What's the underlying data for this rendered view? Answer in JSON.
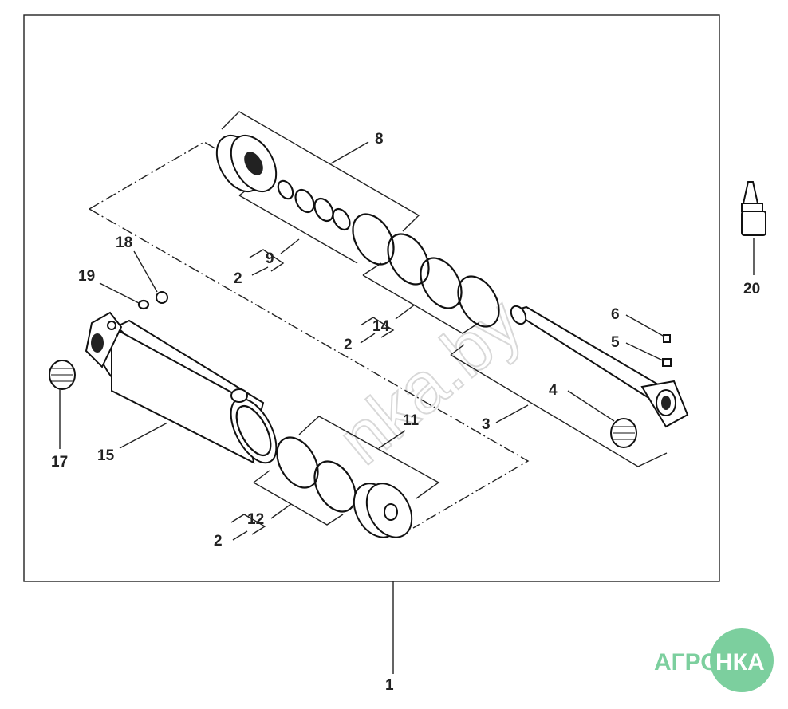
{
  "diagram": {
    "labels": {
      "n1": "1",
      "n2a": "2",
      "n2b": "2",
      "n2c": "2",
      "n3": "3",
      "n4": "4",
      "n5": "5",
      "n6": "6",
      "n8": "8",
      "n9": "9",
      "n11": "11",
      "n12": "12",
      "n14": "14",
      "n15": "15",
      "n17": "17",
      "n18": "18",
      "n19": "19",
      "n20": "20"
    }
  },
  "watermark": {
    "text": "nka.by"
  },
  "logo": {
    "left_text": "АГРО",
    "right_text": "НКА",
    "color": "#7ccf9e"
  }
}
